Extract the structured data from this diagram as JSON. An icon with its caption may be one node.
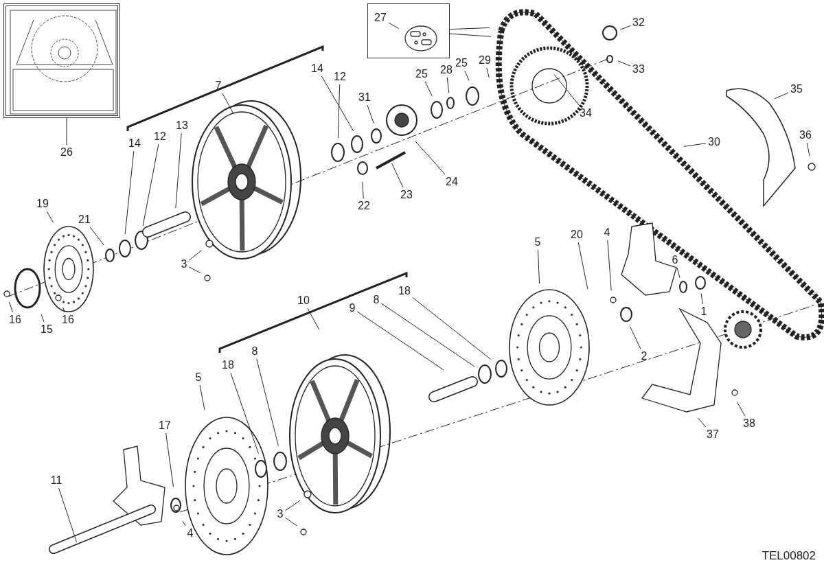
{
  "diagram": {
    "nodes": [
      {
        "text": [],
        "shape": "picture"
      },
      {
        "text": [],
        "shape": "box"
      },
      {
        "text": [
          "27"
        ],
        "in": 1
      },
      {
        "text": [
          "26"
        ]
      },
      {
        "text": [
          "7"
        ]
      },
      {
        "text": [
          "12"
        ]
      },
      {
        "text": [
          "14"
        ]
      },
      {
        "text": [
          "31"
        ]
      },
      {
        "text": [
          "25"
        ]
      },
      {
        "text": [
          "28"
        ]
      },
      {
        "text": [
          "25"
        ]
      },
      {
        "text": [
          "29"
        ]
      },
      {
        "text": [
          "32"
        ]
      },
      {
        "text": [
          "33"
        ]
      },
      {
        "text": [
          "34"
        ]
      },
      {
        "text": [
          "35"
        ]
      },
      {
        "text": [
          "36"
        ]
      },
      {
        "text": [
          "30"
        ]
      },
      {
        "text": [
          "13"
        ]
      },
      {
        "text": [
          "12"
        ]
      },
      {
        "text": [
          "14"
        ]
      },
      {
        "text": [
          "19"
        ]
      },
      {
        "text": [
          "21"
        ]
      },
      {
        "text": [
          "22"
        ]
      },
      {
        "text": [
          "23"
        ]
      },
      {
        "text": [
          "24"
        ]
      },
      {
        "text": [
          "3"
        ]
      },
      {
        "text": [
          "16"
        ]
      },
      {
        "text": [
          "15"
        ]
      },
      {
        "text": [
          "16"
        ]
      },
      {
        "text": [
          "10"
        ]
      },
      {
        "text": [
          "18"
        ]
      },
      {
        "text": [
          "9"
        ]
      },
      {
        "text": [
          "8"
        ]
      },
      {
        "text": [
          "5"
        ]
      },
      {
        "text": [
          "20"
        ]
      },
      {
        "text": [
          "4"
        ]
      },
      {
        "text": [
          "6"
        ]
      },
      {
        "text": [
          "1"
        ]
      },
      {
        "text": [
          "2"
        ]
      },
      {
        "text": [
          "37"
        ]
      },
      {
        "text": [
          "38"
        ]
      },
      {
        "text": [
          "5"
        ]
      },
      {
        "text": [
          "18"
        ]
      },
      {
        "text": [
          "8"
        ]
      },
      {
        "text": [
          "17"
        ]
      },
      {
        "text": [
          "11"
        ]
      },
      {
        "text": [
          "4"
        ]
      },
      {
        "text": [
          "3"
        ]
      }
    ],
    "edges": [
      {
        "from": 3,
        "to": 0,
        "arrow": "none"
      },
      {
        "from": 1,
        "to": null,
        "arrow": "none"
      },
      {
        "from": 1,
        "to": null,
        "arrow": "none"
      },
      {
        "from": 2,
        "to": null,
        "arrow": "none"
      },
      {
        "from": 4,
        "to": null,
        "arrow": "none"
      },
      {
        "from": 5,
        "to": null,
        "arrow": "none"
      },
      {
        "from": 6,
        "to": null,
        "arrow": "none"
      },
      {
        "from": 7,
        "to": null,
        "arrow": "none"
      },
      {
        "from": 8,
        "to": null,
        "arrow": "none"
      },
      {
        "from": 9,
        "to": null,
        "arrow": "none"
      },
      {
        "from": 10,
        "to": null,
        "arrow": "none"
      },
      {
        "from": 11,
        "to": null,
        "arrow": "none"
      },
      {
        "from": 12,
        "to": null,
        "arrow": "none"
      },
      {
        "from": 13,
        "to": null,
        "arrow": "none"
      },
      {
        "from": 14,
        "to": null,
        "arrow": "none"
      },
      {
        "from": 15,
        "to": null,
        "arrow": "none"
      },
      {
        "from": 16,
        "to": null,
        "arrow": "none"
      },
      {
        "from": 17,
        "to": null,
        "arrow": "none"
      },
      {
        "from": 18,
        "to": null,
        "arrow": "none"
      },
      {
        "from": 19,
        "to": null,
        "arrow": "none"
      },
      {
        "from": 20,
        "to": null,
        "arrow": "none"
      },
      {
        "from": 21,
        "to": null,
        "arrow": "none"
      },
      {
        "from": 22,
        "to": null,
        "arrow": "none"
      },
      {
        "from": 23,
        "to": null,
        "arrow": "none"
      },
      {
        "from": 24,
        "to": null,
        "arrow": "none"
      },
      {
        "from": 25,
        "to": null,
        "arrow": "none"
      },
      {
        "from": 26,
        "to": null,
        "arrow": "none"
      },
      {
        "from": 26,
        "to": null,
        "arrow": "none"
      },
      {
        "from": 27,
        "to": null,
        "arrow": "none"
      },
      {
        "from": 28,
        "to": null,
        "arrow": "none"
      },
      {
        "from": 29,
        "to": null,
        "arrow": "none"
      },
      {
        "from": 30,
        "to": null,
        "arrow": "none"
      },
      {
        "from": 31,
        "to": null,
        "arrow": "none"
      },
      {
        "from": 32,
        "to": null,
        "arrow": "none"
      },
      {
        "from": 33,
        "to": null,
        "arrow": "none"
      },
      {
        "from": 34,
        "to": null,
        "arrow": "none"
      },
      {
        "from": 35,
        "to": null,
        "arrow": "none"
      },
      {
        "from": 36,
        "to": null,
        "arrow": "none"
      },
      {
        "from": 37,
        "to": null,
        "arrow": "none"
      },
      {
        "from": 38,
        "to": null,
        "arrow": "none"
      },
      {
        "from": 39,
        "to": null,
        "arrow": "none"
      },
      {
        "from": 40,
        "to": null,
        "arrow": "none"
      },
      {
        "from": 41,
        "to": null,
        "arrow": "none"
      },
      {
        "from": 42,
        "to": null,
        "arrow": "none"
      },
      {
        "from": 43,
        "to": null,
        "arrow": "none"
      },
      {
        "from": 44,
        "to": null,
        "arrow": "none"
      },
      {
        "from": 45,
        "to": null,
        "arrow": "none"
      },
      {
        "from": 46,
        "to": null,
        "arrow": "none"
      },
      {
        "from": 47,
        "to": null,
        "arrow": "none"
      },
      {
        "from": 48,
        "to": null,
        "arrow": "none"
      },
      {
        "from": 48,
        "to": null,
        "arrow": "none"
      }
    ],
    "labels": [
      "TEL00802"
    ]
  }
}
